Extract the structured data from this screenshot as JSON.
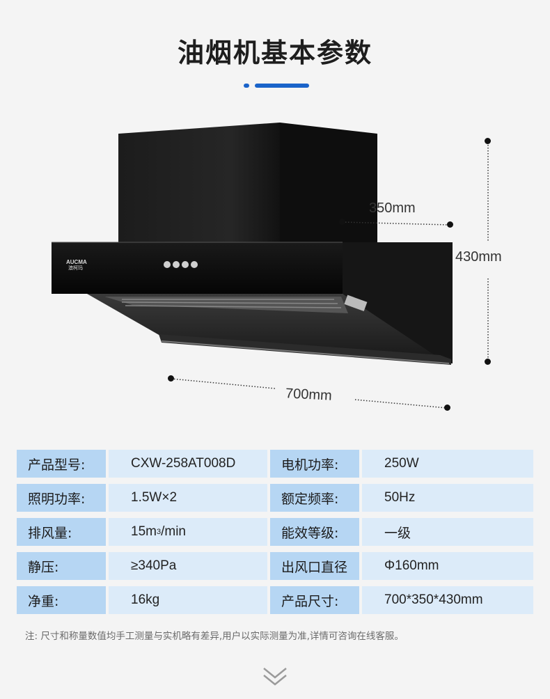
{
  "page": {
    "title": "油烟机基本参数",
    "accent_color": "#1a63c9"
  },
  "product": {
    "brand_logo_text": "AUCMA",
    "brand_logo_sub": "澳柯玛",
    "dimensions": {
      "depth": "350mm",
      "height": "430mm",
      "width": "700mm"
    }
  },
  "specs": {
    "rows": [
      {
        "l1": "产品型号:",
        "v1": "CXW-258AT008D",
        "l2": "电机功率:",
        "v2": "250W"
      },
      {
        "l1": "照明功率:",
        "v1": "1.5W×2",
        "l2": "额定频率:",
        "v2": "50Hz"
      },
      {
        "l1": "排风量:",
        "v1_main": "15m",
        "v1_sup": "3",
        "v1_tail": "/min",
        "l2": "能效等级:",
        "v2": "一级"
      },
      {
        "l1": "静压:",
        "v1": "≥340Pa",
        "l2": "出风口直径",
        "v2": "Φ160mm"
      },
      {
        "l1": "净重:",
        "v1": "16kg",
        "l2": "产品尺寸:",
        "v2": "700*350*430mm"
      }
    ],
    "colors": {
      "label_bg": "#b6d6f3",
      "value_bg": "#dcebf9"
    }
  },
  "note": "注: 尺寸和称量数值均手工测量与实机略有差异,用户以实际测量为准,详情可咨询在线客服。",
  "scroll_hint_icon": "double-chevron-down-icon"
}
